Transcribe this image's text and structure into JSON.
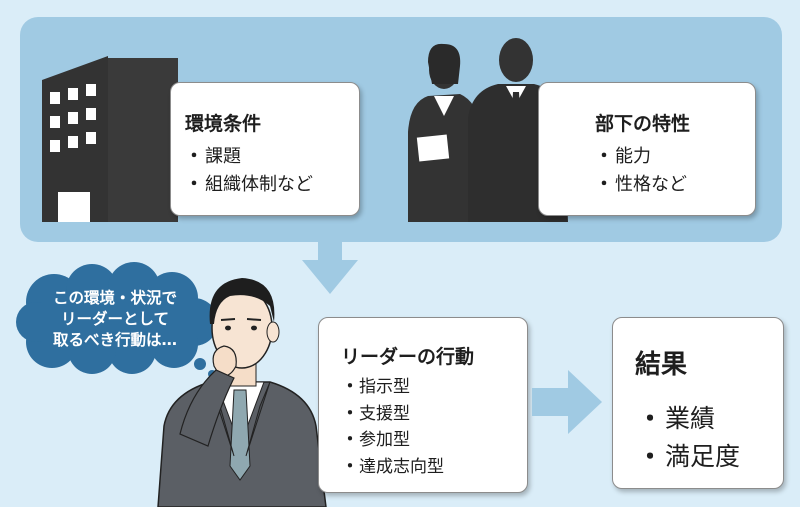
{
  "environment": {
    "title": "環境条件",
    "items": [
      "課題",
      "組織体制など"
    ],
    "bullet": "・"
  },
  "subordinate": {
    "title": "部下の特性",
    "items": [
      "能力",
      "性格など"
    ],
    "bullet": "・"
  },
  "thought": {
    "lines": [
      "この環境・状況で",
      "リーダーとして",
      "取るべき行動は…"
    ]
  },
  "leader_action": {
    "title": "リーダーの行動",
    "items": [
      "指示型",
      "支援型",
      "参加型",
      "達成志向型"
    ],
    "bullet": "・"
  },
  "result": {
    "title": "結果",
    "items": [
      "業績",
      "満足度"
    ],
    "bullet": "・"
  },
  "colors": {
    "background": "#daedf8",
    "band": "#a0cae3",
    "arrow": "#a0cae3",
    "bubble": "#2f6f9f",
    "silhouette": "#333333",
    "suit": "#5b5f65"
  },
  "icons": {
    "building": "office-building-icon",
    "people": "business-people-silhouette-icon",
    "person": "thinking-businessman-illustration"
  }
}
